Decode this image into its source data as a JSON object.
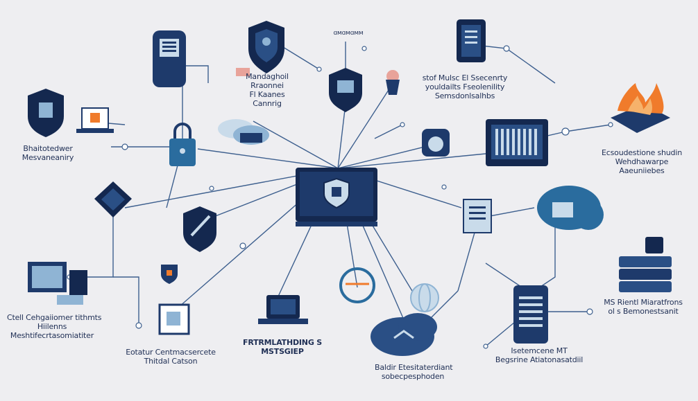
{
  "labels": {
    "top_center": [
      "ɑᴍɑᴍɑᴍᴍ"
    ],
    "upper_left_block": [
      "Mandaghoil",
      "Rraonnei",
      "Fl Kaanes",
      "Cannrig"
    ],
    "upper_right_block": [
      "stof Mulsc El Ssecenrty",
      "youldailts Fseolenility",
      "Semsdonlsalhbs"
    ],
    "left_mid": [
      "Bhaitotedwer",
      "Mesvaneaniry"
    ],
    "right_mid": [
      "Ecsoudestione shudin",
      "Wehdhawarpe",
      "Aaeuniiebes"
    ],
    "bottom_left": [
      "Ctell Cehgaiiomer tithmts",
      "Hiilenns",
      "Meshtifecrtasomiatiter"
    ],
    "bottom_center_left": [
      "Eotatur Centmacsercete",
      "Thitdal Catson"
    ],
    "bottom_center": [
      "FRTRMLATHDING S",
      "MSTSGIEP"
    ],
    "bottom_center_right": [
      "Baldir Etesitaterdiant",
      "sobecpesphoden"
    ],
    "bottom_right_center": [
      "Isetemcene MT",
      "Begsrine Atiatonasatdiil"
    ],
    "bottom_right": [
      "MS Rientl Miaratfrons",
      "ol s Bemonestsanit"
    ]
  },
  "colors": {
    "background": "#eeeef1",
    "navy": "#1e3a6b",
    "dark_navy": "#14284f",
    "light_blue": "#8fb4d4",
    "pale_blue": "#c9dbea",
    "line": "#3d5f8e",
    "fire_orange": "#f07b2b"
  },
  "icons": [
    "document-panel-icon",
    "shield-person-icon",
    "shield-monitor-icon",
    "tablet-document-icon",
    "laptop-lock-icon",
    "padlock-icon",
    "cloud-network-icon",
    "shield-check-icon",
    "server-rack-monitor-icon",
    "central-monitor-shield-icon",
    "shield-diamond-icon",
    "shield-crossed-icon",
    "fire-server-icon",
    "cloud-server-icon",
    "document-card-icon",
    "desktop-computer-icon",
    "laptop-icon",
    "globe-icon",
    "server-stack-lock-icon",
    "hand-server-icon",
    "cloud-data-icon",
    "monitor-chart-icon",
    "no-entry-icon"
  ]
}
